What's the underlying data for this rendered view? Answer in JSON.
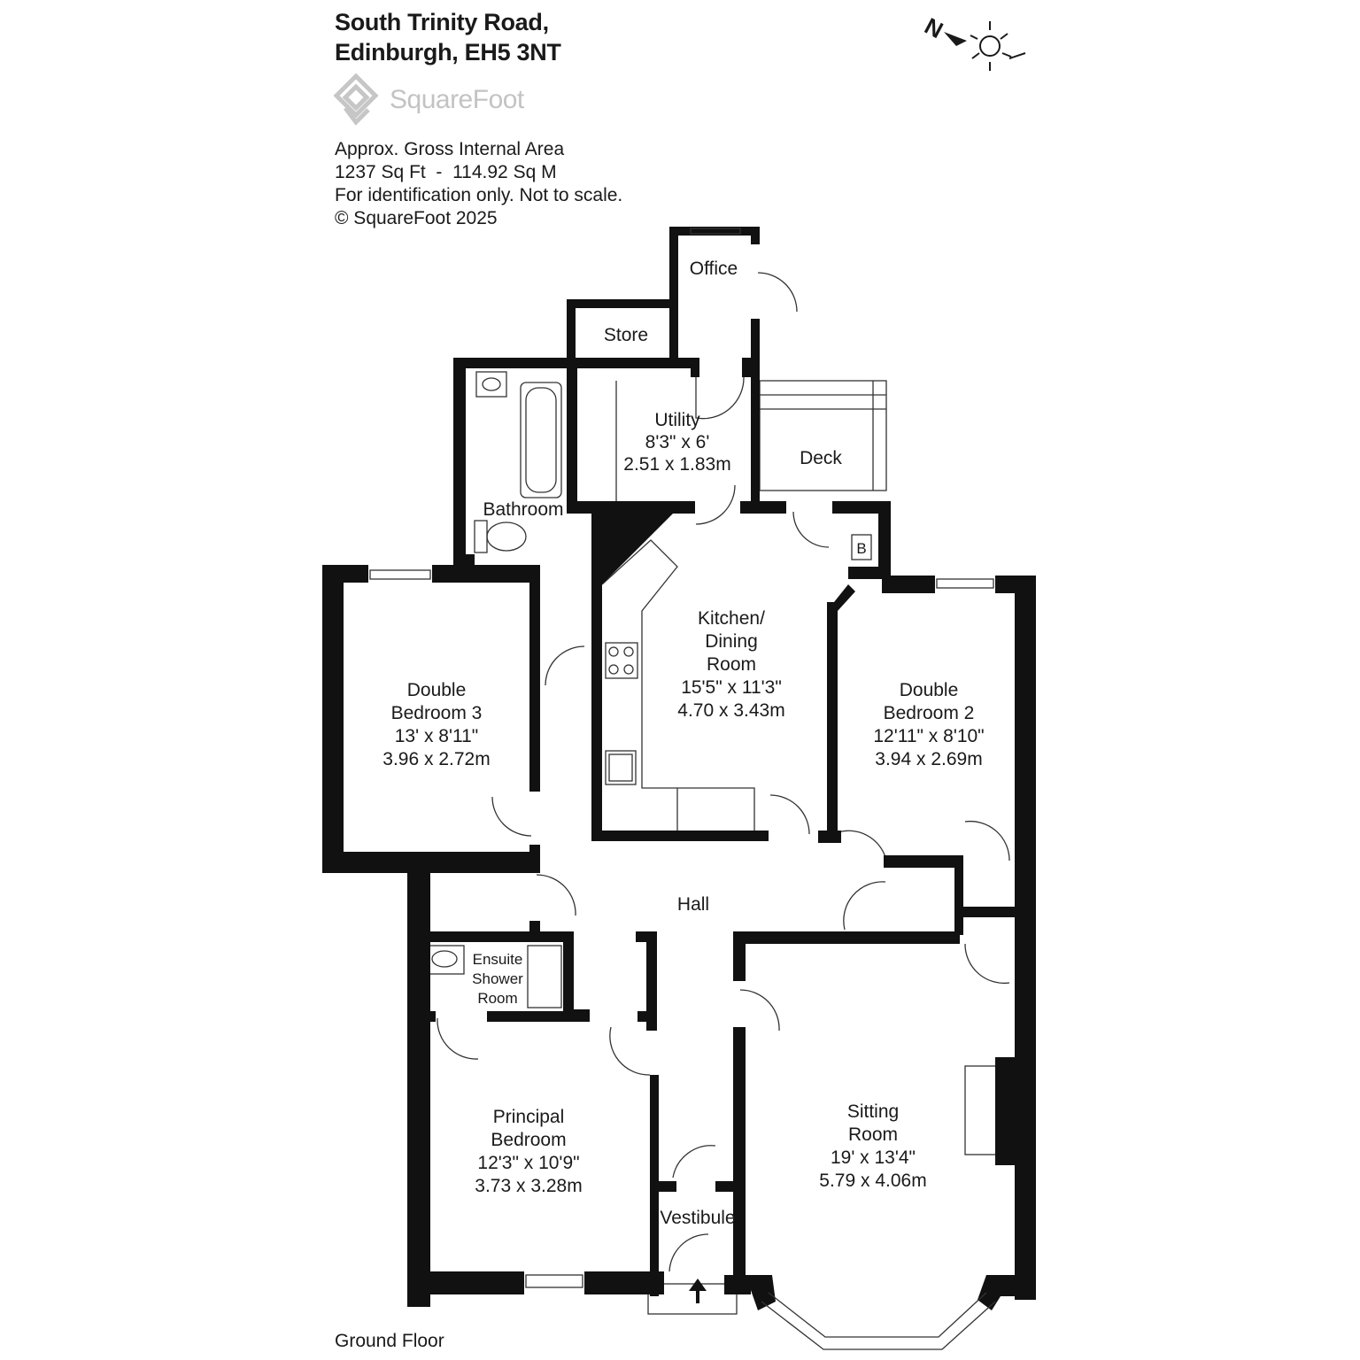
{
  "header": {
    "address_line1": "South Trinity Road,",
    "address_line2": "Edinburgh, EH5 3NT"
  },
  "logo": {
    "text": "SquareFoot"
  },
  "info": {
    "line1": "Approx. Gross Internal Area",
    "line2": "1237 Sq Ft  -  114.92 Sq M",
    "line3": "For identification only. Not to scale.",
    "line4": "© SquareFoot 2025"
  },
  "compass": {
    "north_label": "N"
  },
  "rooms": {
    "office": {
      "name": "Office"
    },
    "store": {
      "name": "Store"
    },
    "utility": {
      "name": "Utility",
      "imperial": "8'3\" x 6'",
      "metric": "2.51 x 1.83m"
    },
    "deck": {
      "name": "Deck"
    },
    "bathroom": {
      "name": "Bathroom"
    },
    "boiler": {
      "name": "B"
    },
    "kitchen": {
      "name_line1": "Kitchen/",
      "name_line2": "Dining",
      "name_line3": "Room",
      "imperial": "15'5\" x 11'3\"",
      "metric": "4.70 x 3.43m"
    },
    "bedroom3": {
      "name_line1": "Double",
      "name_line2": "Bedroom 3",
      "imperial": "13' x 8'11\"",
      "metric": "3.96 x 2.72m"
    },
    "bedroom2": {
      "name_line1": "Double",
      "name_line2": "Bedroom 2",
      "imperial": "12'11\" x 8'10\"",
      "metric": "3.94 x 2.69m"
    },
    "hall": {
      "name": "Hall"
    },
    "ensuite": {
      "name_line1": "Ensuite",
      "name_line2": "Shower",
      "name_line3": "Room"
    },
    "principal": {
      "name_line1": "Principal",
      "name_line2": "Bedroom",
      "imperial": "12'3\" x 10'9\"",
      "metric": "3.73 x 3.28m"
    },
    "sitting": {
      "name_line1": "Sitting",
      "name_line2": "Room",
      "imperial": "19' x 13'4\"",
      "metric": "5.79 x 4.06m"
    },
    "vestibule": {
      "name": "Vestibule"
    }
  },
  "floor": {
    "label": "Ground Floor"
  }
}
